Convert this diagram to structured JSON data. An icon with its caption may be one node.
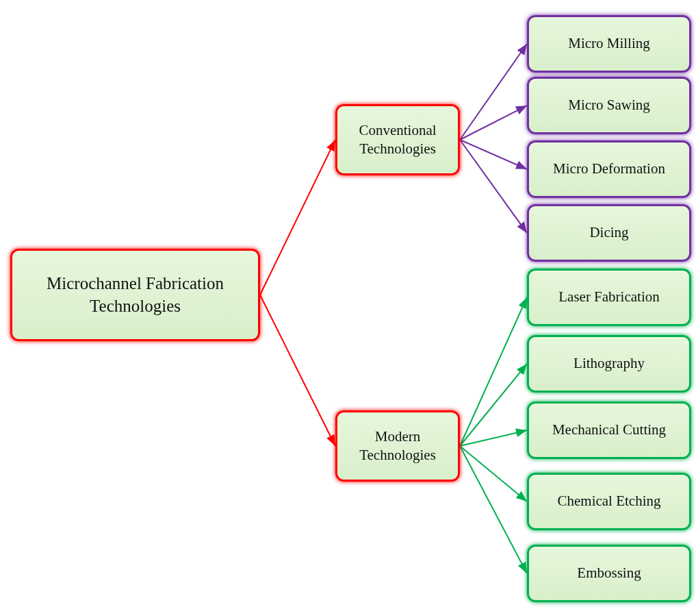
{
  "diagram": {
    "nodes": [
      {
        "text": [
          "Microchannel Fabrication Technologies"
        ]
      },
      {
        "text": [
          "Conventional Technologies"
        ]
      },
      {
        "text": [
          "Modern Technologies"
        ]
      },
      {
        "text": [
          "Micro Milling"
        ]
      },
      {
        "text": [
          "Micro Sawing"
        ]
      },
      {
        "text": [
          "Micro Deformation"
        ]
      },
      {
        "text": [
          "Dicing"
        ]
      },
      {
        "text": [
          "Laser Fabrication"
        ]
      },
      {
        "text": [
          "Lithography"
        ]
      },
      {
        "text": [
          "Mechanical Cutting"
        ]
      },
      {
        "text": [
          "Chemical Etching"
        ]
      },
      {
        "text": [
          "Embossing"
        ]
      }
    ],
    "edges": [
      {
        "from": 0,
        "to": 1,
        "arrow": "to",
        "color": "#ff0000"
      },
      {
        "from": 0,
        "to": 2,
        "arrow": "to",
        "color": "#ff0000"
      },
      {
        "from": 1,
        "to": 3,
        "arrow": "to",
        "color": "#7030a0"
      },
      {
        "from": 1,
        "to": 4,
        "arrow": "to",
        "color": "#7030a0"
      },
      {
        "from": 1,
        "to": 5,
        "arrow": "to",
        "color": "#7030a0"
      },
      {
        "from": 1,
        "to": 6,
        "arrow": "to",
        "color": "#7030a0"
      },
      {
        "from": 2,
        "to": 7,
        "arrow": "to"
      },
      {
        "from": 2,
        "to": 8,
        "arrow": "to"
      },
      {
        "from": 2,
        "to": 9,
        "arrow": "to"
      },
      {
        "from": 2,
        "to": 10,
        "arrow": "to"
      },
      {
        "from": 2,
        "to": 11,
        "arrow": "to"
      }
    ]
  }
}
